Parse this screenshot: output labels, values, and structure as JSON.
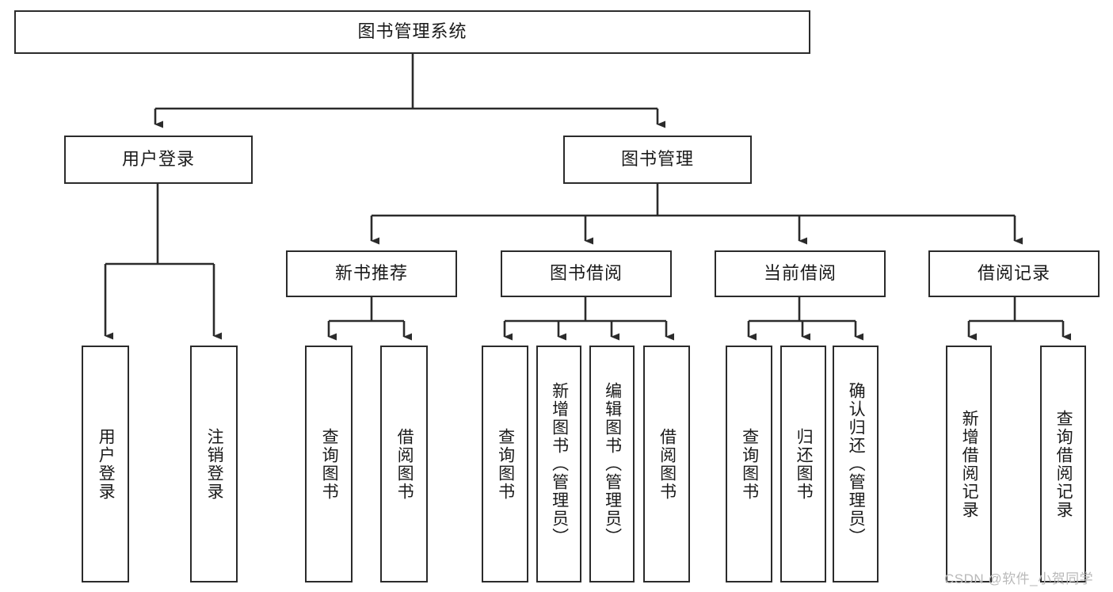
{
  "diagram": {
    "title": "图书管理系统",
    "type": "tree-hierarchy-chart",
    "colors": {
      "box_border": "#2b2b2b",
      "box_fill": "#ffffff",
      "edge": "#2b2b2b",
      "text": "#1a1a1a",
      "watermark": "#b9b9b9",
      "background": "#ffffff"
    },
    "root": {
      "label": "图书管理系统"
    },
    "level2": [
      {
        "id": "user-login",
        "label": "用户登录"
      },
      {
        "id": "book-management",
        "label": "图书管理"
      }
    ],
    "level3": [
      {
        "id": "new-book-recommend",
        "label": "新书推荐",
        "parent": "book-management"
      },
      {
        "id": "book-borrow",
        "label": "图书借阅",
        "parent": "book-management"
      },
      {
        "id": "current-borrow",
        "label": "当前借阅",
        "parent": "book-management"
      },
      {
        "id": "borrow-record",
        "label": "借阅记录",
        "parent": "book-management"
      }
    ],
    "leaves": [
      {
        "id": "leaf-user-login",
        "label": "用户登录",
        "parent": "user-login"
      },
      {
        "id": "leaf-logout",
        "label": "注销登录",
        "parent": "user-login"
      },
      {
        "id": "leaf-query-book-1",
        "label": "查询图书",
        "parent": "new-book-recommend"
      },
      {
        "id": "leaf-borrow-book-1",
        "label": "借阅图书",
        "parent": "new-book-recommend"
      },
      {
        "id": "leaf-query-book-2",
        "label": "查询图书",
        "parent": "book-borrow"
      },
      {
        "id": "leaf-add-book",
        "label": "新增图书（管理员）",
        "parent": "book-borrow"
      },
      {
        "id": "leaf-edit-book",
        "label": "编辑图书（管理员）",
        "parent": "book-borrow"
      },
      {
        "id": "leaf-borrow-book-2",
        "label": "借阅图书",
        "parent": "book-borrow"
      },
      {
        "id": "leaf-query-book-3",
        "label": "查询图书",
        "parent": "current-borrow"
      },
      {
        "id": "leaf-return-book",
        "label": "归还图书",
        "parent": "current-borrow"
      },
      {
        "id": "leaf-confirm-return",
        "label": "确认归还（管理员）",
        "parent": "current-borrow"
      },
      {
        "id": "leaf-add-record",
        "label": "新增借阅记录",
        "parent": "borrow-record"
      },
      {
        "id": "leaf-query-record",
        "label": "查询借阅记录",
        "parent": "borrow-record"
      }
    ],
    "watermark": "CSDN @软件_小贺同学"
  }
}
